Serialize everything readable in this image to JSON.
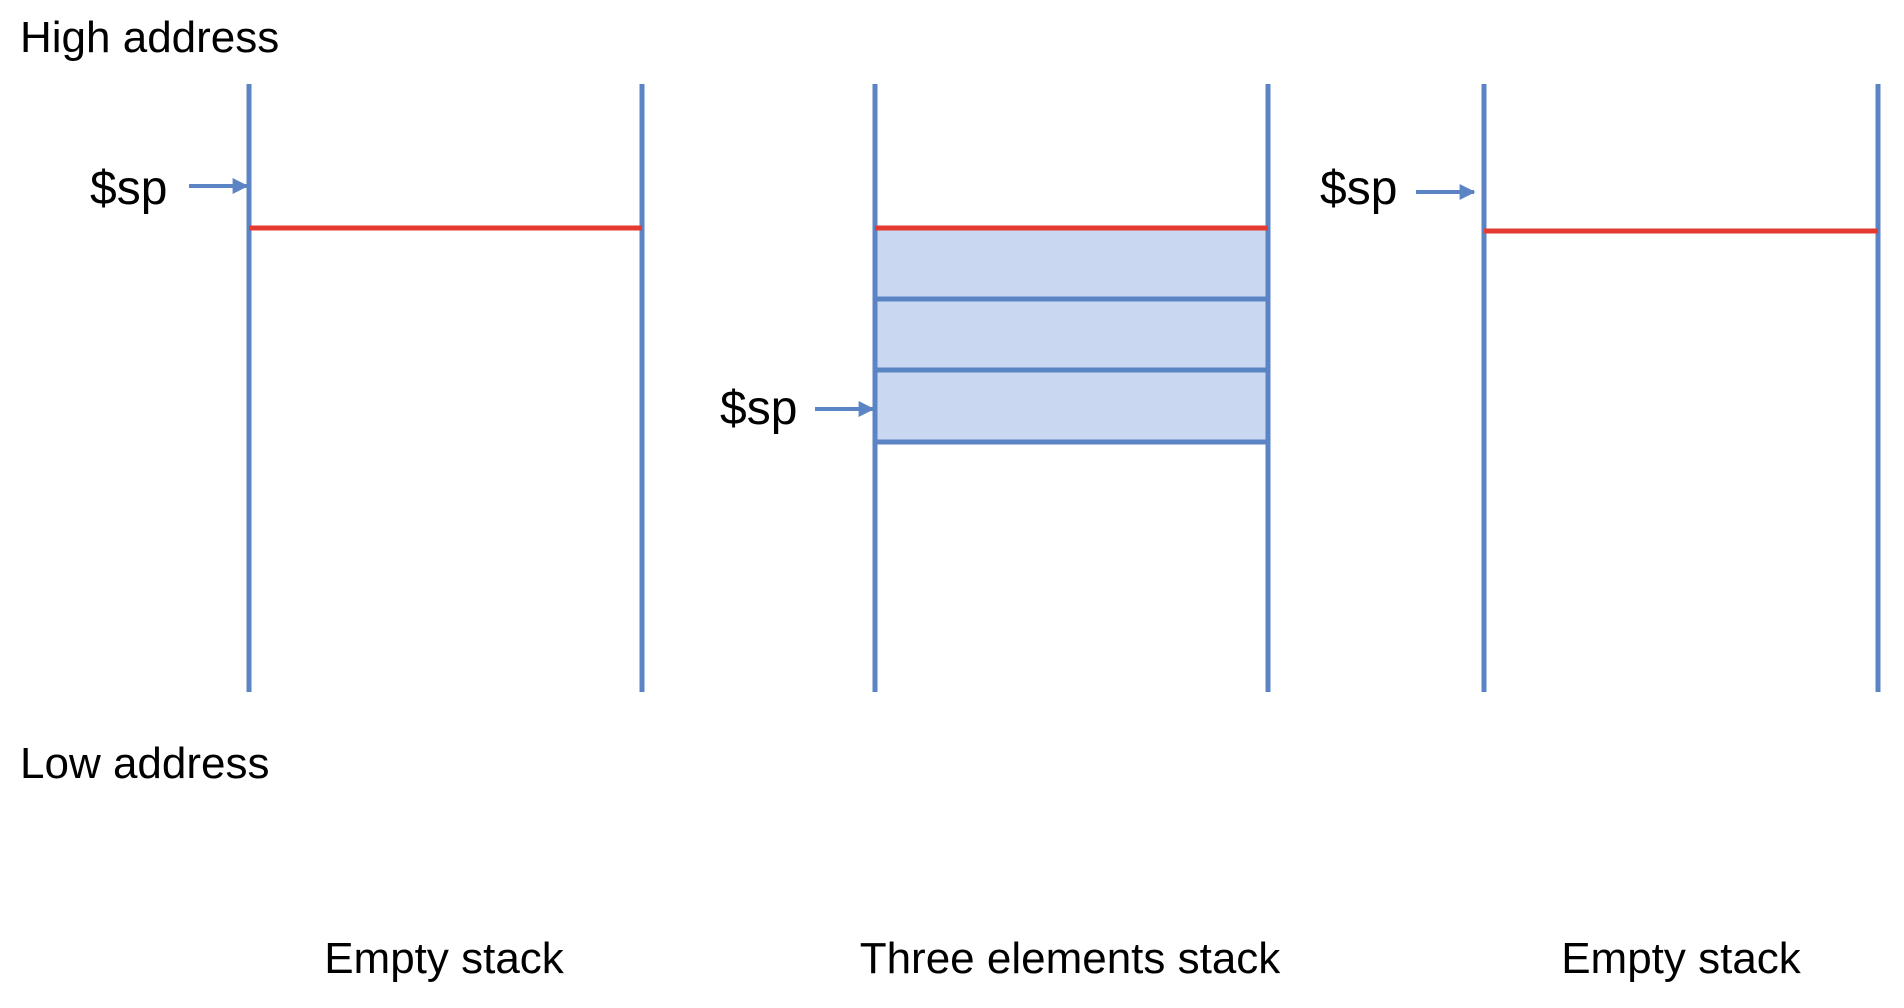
{
  "labels": {
    "high_address": "High address",
    "low_address": "Low address"
  },
  "colors": {
    "wall": "#5B84C4",
    "base_line": "#E53A2F",
    "cell_fill": "#C9D8F0",
    "cell_border": "#5B84C4",
    "arrow": "#5B84C4",
    "text": "#000000"
  },
  "stacks": [
    {
      "caption": "Empty stack",
      "elements": 0,
      "pointer_label": "$sp"
    },
    {
      "caption": "Three elements stack",
      "elements": 3,
      "pointer_label": "$sp"
    },
    {
      "caption": "Empty stack",
      "elements": 0,
      "pointer_label": "$sp"
    }
  ]
}
